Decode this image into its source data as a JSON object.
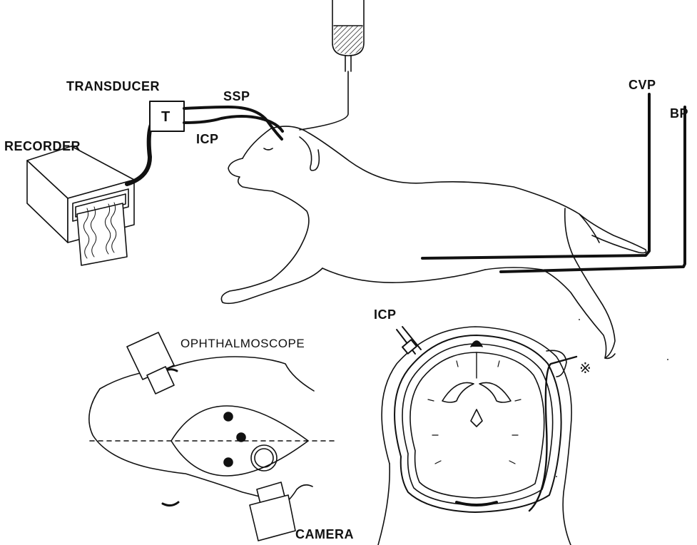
{
  "labels": {
    "transducer": "TRANSDUCER",
    "transducer_box": "T",
    "recorder": "RECORDER",
    "ssp": "SSP",
    "icp_top": "ICP",
    "cvp": "CVP",
    "bp": "BP",
    "icp_section": "ICP",
    "ophthalmoscope": "OPHTHALMOSCOPE",
    "camera": "CAMERA",
    "asterisk": "※"
  },
  "colors": {
    "ink": "#111111",
    "paper": "#ffffff"
  }
}
